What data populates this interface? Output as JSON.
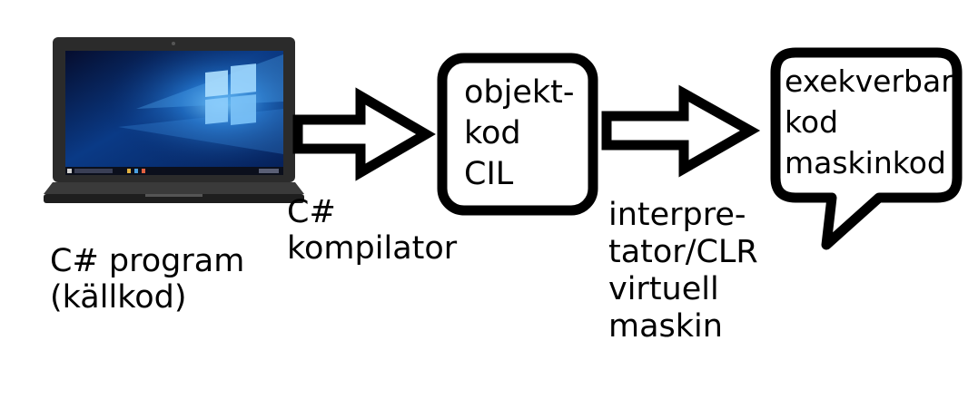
{
  "source": {
    "lines": [
      "C# program",
      "(källkod)"
    ]
  },
  "compiler": {
    "lines": [
      "C#",
      "kompilator"
    ]
  },
  "object_code": {
    "lines": [
      "objekt-",
      "kod",
      "CIL"
    ]
  },
  "runtime": {
    "lines": [
      "interpre-",
      "tator/CLR",
      "virtuell",
      "maskin"
    ]
  },
  "executable": {
    "lines": [
      "exekverbar",
      "kod",
      "maskinkod"
    ]
  }
}
